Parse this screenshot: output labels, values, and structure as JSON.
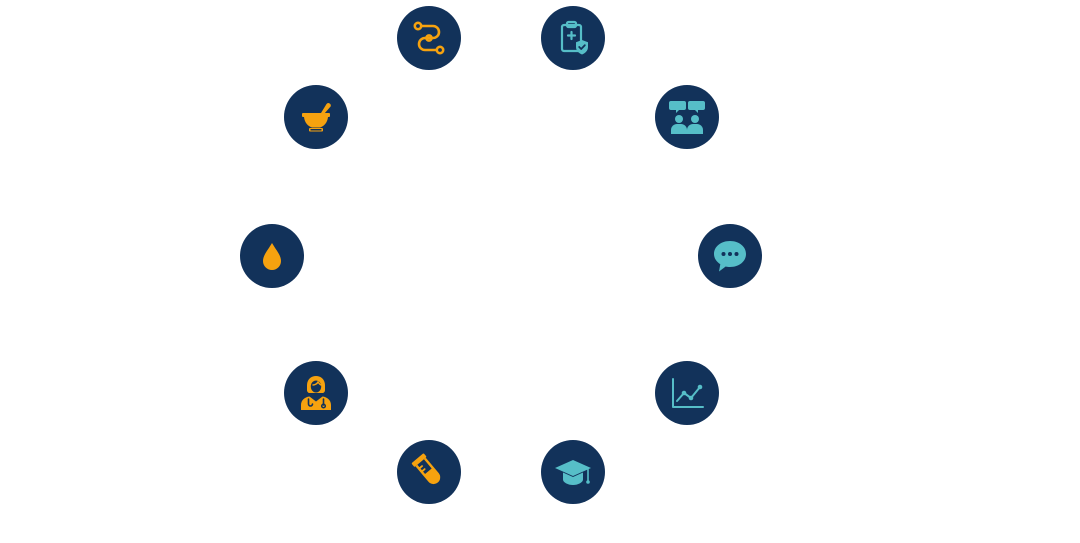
{
  "colors": {
    "node_fill": "#12325a",
    "accent_orange": "#f6a20f",
    "accent_teal": "#56bec8",
    "background": "#ffffff"
  },
  "nodes": [
    {
      "id": "n-route",
      "icon": "route-path-icon",
      "accent": "accent_orange"
    },
    {
      "id": "n-clip",
      "icon": "clipboard-shield-icon",
      "accent": "accent_teal"
    },
    {
      "id": "n-mortar",
      "icon": "mortar-pestle-icon",
      "accent": "accent_orange"
    },
    {
      "id": "n-group",
      "icon": "people-discussion-icon",
      "accent": "accent_teal"
    },
    {
      "id": "n-drop",
      "icon": "blood-drop-icon",
      "accent": "accent_orange"
    },
    {
      "id": "n-chat",
      "icon": "chat-bubble-icon",
      "accent": "accent_teal"
    },
    {
      "id": "n-doctor",
      "icon": "doctor-icon",
      "accent": "accent_orange"
    },
    {
      "id": "n-chart",
      "icon": "line-chart-icon",
      "accent": "accent_teal"
    },
    {
      "id": "n-tube",
      "icon": "test-tube-icon",
      "accent": "accent_orange"
    },
    {
      "id": "n-grad",
      "icon": "graduation-cap-icon",
      "accent": "accent_teal"
    }
  ]
}
